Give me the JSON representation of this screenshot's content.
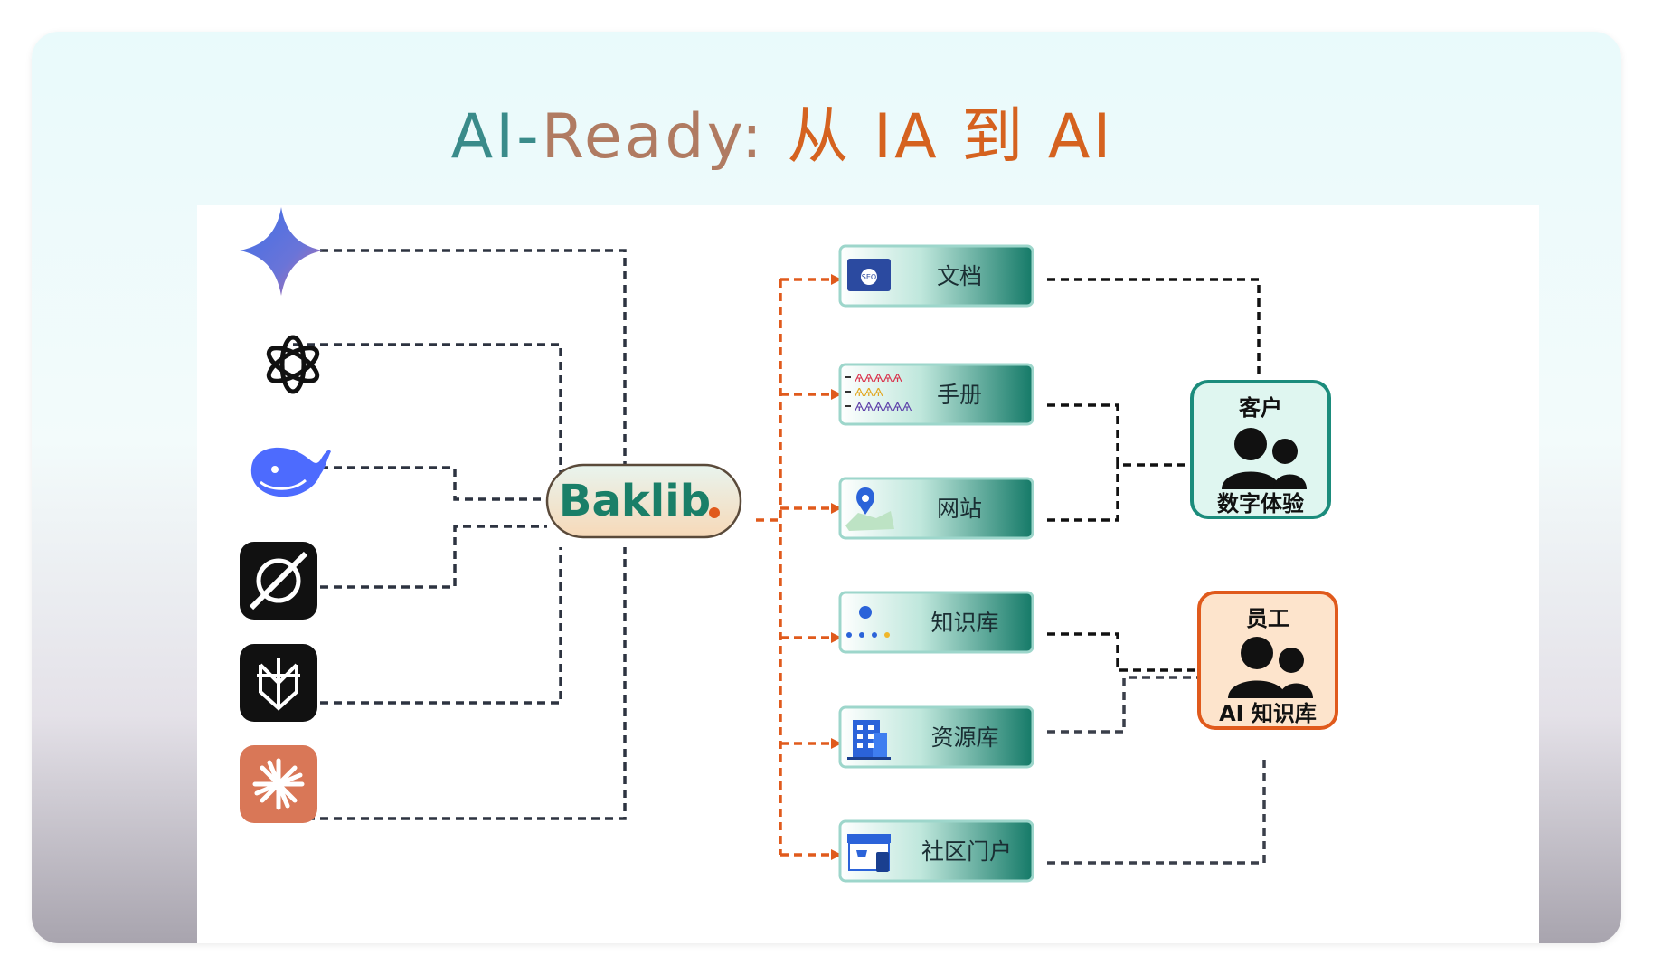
{
  "title": {
    "part1": "AI-",
    "part2": "Ready:",
    "part3": " 从 IA 到 AI"
  },
  "hub": {
    "label": "Baklib"
  },
  "ai_sources": [
    {
      "icon": "gemini-sparkle-icon",
      "color": "#5a7be0"
    },
    {
      "icon": "openai-knot-icon",
      "color": "#111111"
    },
    {
      "icon": "deepseek-whale-icon",
      "color": "#4d6bfe"
    },
    {
      "icon": "grok-slash-icon",
      "color": "#111111"
    },
    {
      "icon": "perplexity-icon",
      "color": "#111111"
    },
    {
      "icon": "claude-burst-icon",
      "color": "#d97757"
    }
  ],
  "services": [
    {
      "label": "文档",
      "icon": "seo-screen-icon"
    },
    {
      "label": "手册",
      "icon": "people-rows-icon"
    },
    {
      "label": "网站",
      "icon": "map-pin-icon"
    },
    {
      "label": "知识库",
      "icon": "dots-network-icon"
    },
    {
      "label": "资源库",
      "icon": "building-icon"
    },
    {
      "label": "社区门户",
      "icon": "storefront-icon"
    }
  ],
  "groups": {
    "customer": {
      "title": "客户",
      "subtitle": "数字体验",
      "border": "#1b8c7c",
      "fill": "#dff6f0"
    },
    "employee": {
      "title": "员工",
      "subtitle": "AI 知识库",
      "border": "#e05a1c",
      "fill": "#fde4cc"
    }
  },
  "colors": {
    "accent_orange": "#e05a1c",
    "connector_dark": "#2d3340",
    "service_teal": "#1a8a73"
  }
}
